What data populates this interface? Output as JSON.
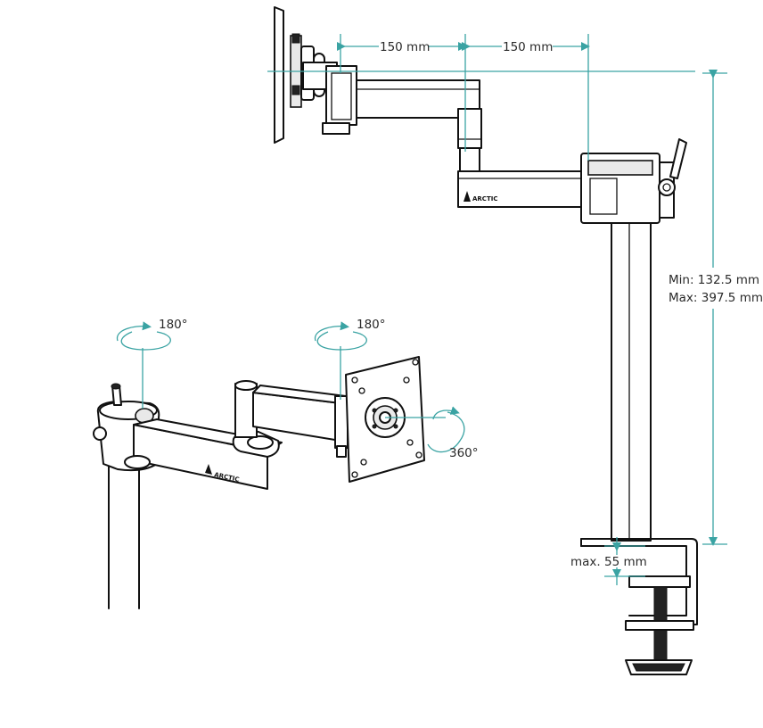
{
  "dimensions": {
    "arm_segment_1": "150 mm",
    "arm_segment_2": "150 mm",
    "pole_height_min": "Min: 132.5 mm",
    "pole_height_max": "Max: 397.5 mm",
    "clamp_max": "max. 55 mm"
  },
  "rotations": {
    "clamp_swivel": "180°",
    "arm_swivel": "180°",
    "plate_rotation": "360°"
  },
  "brand": {
    "top_arm_logo": "ARCTIC",
    "bottom_arm_logo": "ARCTIC"
  },
  "colors": {
    "dimension_accent": "#3aa3a3",
    "line_ink": "#111111"
  }
}
